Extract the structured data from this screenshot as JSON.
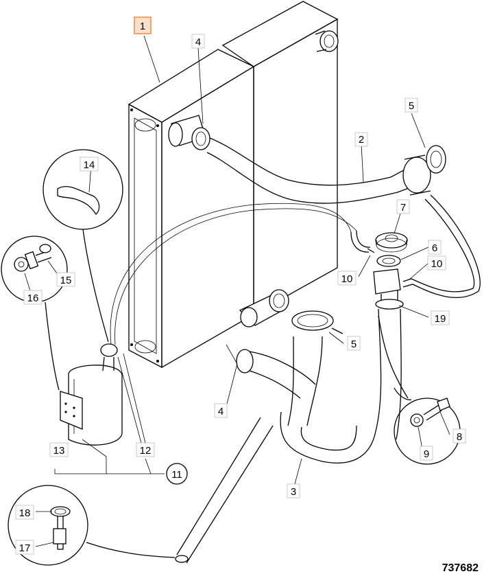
{
  "diagram": {
    "reference_number": "737682",
    "highlight_color": "#f2a26b",
    "callouts": [
      {
        "id": "c1",
        "label": "1"
      },
      {
        "id": "c2",
        "label": "2"
      },
      {
        "id": "c3",
        "label": "3"
      },
      {
        "id": "c4a",
        "label": "4"
      },
      {
        "id": "c4b",
        "label": "4"
      },
      {
        "id": "c5a",
        "label": "5"
      },
      {
        "id": "c5b",
        "label": "5"
      },
      {
        "id": "c6",
        "label": "6"
      },
      {
        "id": "c7",
        "label": "7"
      },
      {
        "id": "c8",
        "label": "8"
      },
      {
        "id": "c9",
        "label": "9"
      },
      {
        "id": "c10a",
        "label": "10"
      },
      {
        "id": "c10b",
        "label": "10"
      },
      {
        "id": "c11",
        "label": "11"
      },
      {
        "id": "c12",
        "label": "12"
      },
      {
        "id": "c13",
        "label": "13"
      },
      {
        "id": "c14",
        "label": "14"
      },
      {
        "id": "c15",
        "label": "15"
      },
      {
        "id": "c16",
        "label": "16"
      },
      {
        "id": "c17",
        "label": "17"
      },
      {
        "id": "c18",
        "label": "18"
      },
      {
        "id": "c19",
        "label": "19"
      }
    ]
  }
}
